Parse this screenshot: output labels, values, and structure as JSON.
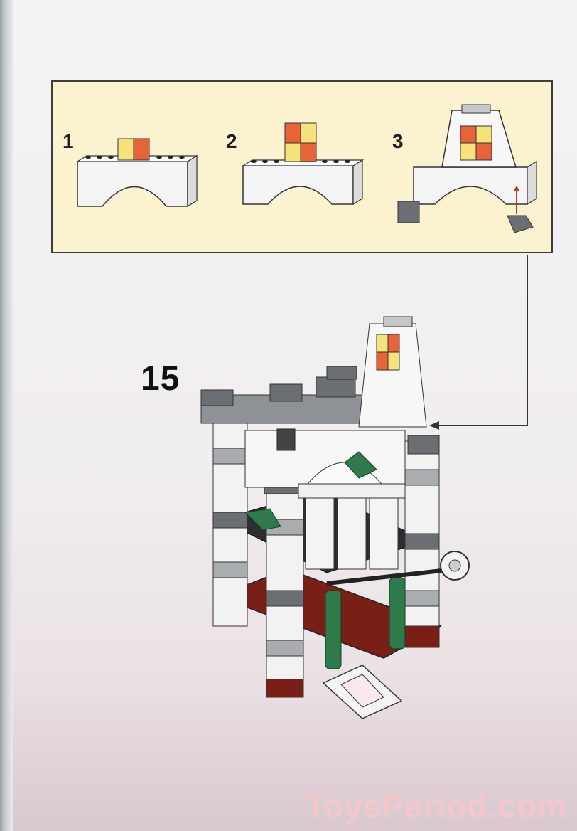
{
  "substeps": [
    {
      "label": "1"
    },
    {
      "label": "2"
    },
    {
      "label": "3"
    }
  ],
  "main_step": {
    "label": "15"
  },
  "watermark": {
    "text": "ToysPeriod.com"
  },
  "colors": {
    "panel_bg": "#fbf2cf",
    "white_brick": "#f4f4f4",
    "light_gray": "#b8bcbf",
    "dark_gray": "#6b6f73",
    "black": "#2a2a2a",
    "red": "#7a1f16",
    "green": "#2f7a4a",
    "trans_yellow": "#f6e27a",
    "trans_red": "#e8623a"
  }
}
